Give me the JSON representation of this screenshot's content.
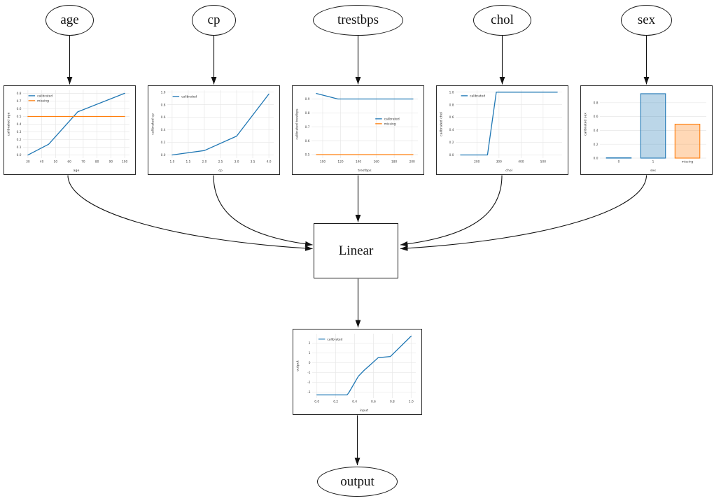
{
  "diagram": {
    "input_nodes": [
      {
        "id": "age",
        "label": "age"
      },
      {
        "id": "cp",
        "label": "cp"
      },
      {
        "id": "trestbps",
        "label": "trestbps"
      },
      {
        "id": "chol",
        "label": "chol"
      },
      {
        "id": "sex",
        "label": "sex"
      }
    ],
    "linear_node": {
      "label": "Linear"
    },
    "output_node": {
      "label": "output"
    },
    "edges": [
      {
        "from": "age",
        "to": "cal-age"
      },
      {
        "from": "cp",
        "to": "cal-cp"
      },
      {
        "from": "trestbps",
        "to": "cal-trestbps"
      },
      {
        "from": "chol",
        "to": "cal-chol"
      },
      {
        "from": "sex",
        "to": "cal-sex"
      },
      {
        "from": "cal-age",
        "to": "linear"
      },
      {
        "from": "cal-cp",
        "to": "linear"
      },
      {
        "from": "cal-trestbps",
        "to": "linear"
      },
      {
        "from": "cal-chol",
        "to": "linear"
      },
      {
        "from": "cal-sex",
        "to": "linear"
      },
      {
        "from": "linear",
        "to": "cal-output"
      },
      {
        "from": "cal-output",
        "to": "output"
      }
    ]
  },
  "colors": {
    "calibrated": "#1f77b4",
    "missing": "#ff7f0e",
    "edge": "#111111",
    "grid": "#e7e7e7",
    "tick_text": "#444444"
  },
  "chart_data": {
    "age": {
      "type": "line",
      "xlabel": "age",
      "ylabel": "calibrated age",
      "xlim": [
        26.5,
        103.5
      ],
      "ylim": [
        -0.04,
        0.84
      ],
      "xticks": [
        30,
        40,
        50,
        60,
        70,
        80,
        90,
        100
      ],
      "xtick_labels": [
        "30",
        "40",
        "50",
        "60",
        "70",
        "80",
        "90",
        "100"
      ],
      "yticks": [
        0.0,
        0.1,
        0.2,
        0.3,
        0.4,
        0.5,
        0.6,
        0.7,
        0.8
      ],
      "ytick_labels": [
        "0.0",
        "0.1",
        "0.2",
        "0.3",
        "0.4",
        "0.5",
        "0.6",
        "0.7",
        "0.8"
      ],
      "legend": {
        "pos": [
          0.05,
          0.04
        ],
        "entries": [
          "calibrated",
          "missing"
        ]
      },
      "series": [
        {
          "name": "calibrated",
          "color": "#1f77b4",
          "points": [
            [
              30,
              0.0
            ],
            [
              45,
              0.14
            ],
            [
              66,
              0.56
            ],
            [
              100,
              0.8
            ]
          ]
        },
        {
          "name": "missing",
          "color": "#ff7f0e",
          "points": [
            [
              30,
              0.5
            ],
            [
              100,
              0.5
            ]
          ]
        }
      ]
    },
    "cp": {
      "type": "line",
      "xlabel": "cp",
      "ylabel": "calibrated cp",
      "xlim": [
        0.85,
        4.15
      ],
      "ylim": [
        -0.05,
        1.03
      ],
      "xticks": [
        1.0,
        1.5,
        2.0,
        2.5,
        3.0,
        3.5,
        4.0
      ],
      "xtick_labels": [
        "1.0",
        "1.5",
        "2.0",
        "2.5",
        "3.0",
        "3.5",
        "4.0"
      ],
      "yticks": [
        0.0,
        0.2,
        0.4,
        0.6,
        0.8,
        1.0
      ],
      "ytick_labels": [
        "0.0",
        "0.2",
        "0.4",
        "0.6",
        "0.8",
        "1.0"
      ],
      "legend": {
        "pos": [
          0.05,
          0.05
        ],
        "entries": [
          "calibrated"
        ]
      },
      "series": [
        {
          "name": "calibrated",
          "color": "#1f77b4",
          "points": [
            [
              1.0,
              0.0
            ],
            [
              2.0,
              0.07
            ],
            [
              3.0,
              0.3
            ],
            [
              4.0,
              0.97
            ]
          ]
        }
      ]
    },
    "trestbps": {
      "type": "line",
      "xlabel": "trestbps",
      "ylabel": "calibrated trestbps",
      "xlim": [
        87.5,
        206.5
      ],
      "ylim": [
        0.475,
        0.963
      ],
      "xticks": [
        100,
        120,
        140,
        160,
        180,
        200
      ],
      "xtick_labels": [
        "100",
        "120",
        "140",
        "160",
        "180",
        "200"
      ],
      "yticks": [
        0.5,
        0.6,
        0.7,
        0.8,
        0.9
      ],
      "ytick_labels": [
        "0.5",
        "0.6",
        "0.7",
        "0.8",
        "0.9"
      ],
      "legend": {
        "pos": [
          0.6,
          0.38
        ],
        "entries": [
          "calibrated",
          "missing"
        ]
      },
      "series": [
        {
          "name": "calibrated",
          "color": "#1f77b4",
          "points": [
            [
              93,
              0.94
            ],
            [
              117,
              0.9
            ],
            [
              201,
              0.9
            ]
          ]
        },
        {
          "name": "missing",
          "color": "#ff7f0e",
          "points": [
            [
              93,
              0.5
            ],
            [
              201,
              0.5
            ]
          ]
        }
      ]
    },
    "chol": {
      "type": "line",
      "xlabel": "chol",
      "ylabel": "calibrated chol",
      "xlim": [
        104,
        586
      ],
      "ylim": [
        -0.05,
        1.03
      ],
      "xticks": [
        200,
        300,
        400,
        500
      ],
      "xtick_labels": [
        "200",
        "300",
        "400",
        "500"
      ],
      "yticks": [
        0.0,
        0.2,
        0.4,
        0.6,
        0.8,
        1.0
      ],
      "ytick_labels": [
        "0.0",
        "0.2",
        "0.4",
        "0.6",
        "0.8",
        "1.0"
      ],
      "legend": {
        "pos": [
          0.05,
          0.04
        ],
        "entries": [
          "calibrated"
        ]
      },
      "series": [
        {
          "name": "calibrated",
          "color": "#1f77b4",
          "points": [
            [
              126,
              0.0
            ],
            [
              248,
              0.0
            ],
            [
              288,
              1.0
            ],
            [
              564,
              1.0
            ]
          ]
        }
      ]
    },
    "sex": {
      "type": "bar",
      "xlabel": "sex",
      "ylabel": "calibrated sex",
      "categories": [
        "0",
        "1",
        "missing"
      ],
      "values": [
        0.004,
        0.93,
        0.49
      ],
      "bar_colors": [
        "#1f77b4",
        "#1f77b4",
        "#ff7f0e"
      ],
      "ylim": [
        0,
        0.98
      ],
      "yticks": [
        0.0,
        0.2,
        0.4,
        0.6,
        0.8
      ],
      "ytick_labels": [
        "0.0",
        "0.2",
        "0.4",
        "0.6",
        "0.8"
      ]
    },
    "output": {
      "type": "line",
      "xlabel": "input",
      "ylabel": "output",
      "xlim": [
        -0.05,
        1.05
      ],
      "ylim": [
        -3.62,
        2.95
      ],
      "xticks": [
        0.0,
        0.2,
        0.4,
        0.6,
        0.8,
        1.0
      ],
      "xtick_labels": [
        "0.0",
        "0.2",
        "0.4",
        "0.6",
        "0.8",
        "1.0"
      ],
      "yticks": [
        -3,
        -2,
        -1,
        0,
        1,
        2
      ],
      "ytick_labels": [
        "-3",
        "-2",
        "-1",
        "0",
        "1",
        "2"
      ],
      "legend": {
        "pos": [
          0.06,
          0.04
        ],
        "entries": [
          "calibrated"
        ]
      },
      "series": [
        {
          "name": "calibrated",
          "color": "#1f77b4",
          "points": [
            [
              0.0,
              -3.3
            ],
            [
              0.32,
              -3.3
            ],
            [
              0.34,
              -3.05
            ],
            [
              0.44,
              -1.4
            ],
            [
              0.5,
              -0.8
            ],
            [
              0.57,
              -0.2
            ],
            [
              0.65,
              0.5
            ],
            [
              0.78,
              0.62
            ],
            [
              1.0,
              2.7
            ]
          ]
        }
      ]
    }
  }
}
